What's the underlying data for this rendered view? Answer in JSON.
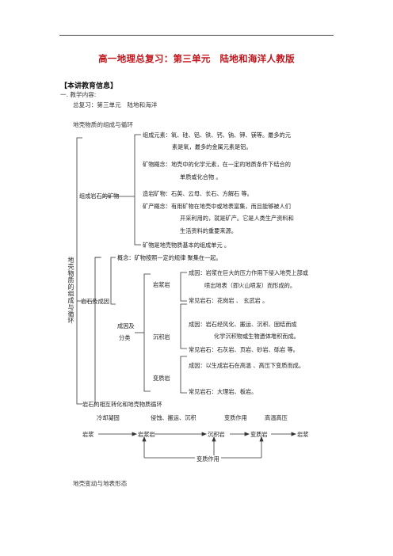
{
  "title": "高一地理总复习：第三单元　陆地和海洋人教版",
  "info_header": "【本讲教育信息】",
  "content_label": "一. 教学内容:",
  "content_text": "总复习：第三单元　陆地和海洋",
  "section1_title": "地壳物质的组成与循环",
  "vertical_label": "地壳物质的组成与循环",
  "minerals": {
    "group_label": "组成岩石的矿物",
    "elements_l1": "组成元素：氧、硅、铝、铁、钙、钠、钾、镁等。最多的元",
    "elements_l2": "素是氧，最多的金属元素是铝。",
    "concept_l1": "矿物概念：地壳中的化学元素，在一定的地质条件下结合的",
    "concept_l2": "单质或化合物 。",
    "rock_minerals": "造岩矿物：石英、云母、长石、方解石 等。",
    "ore_l1": "矿产概念：有用矿物在地壳中或地表富集，而且能够被人们",
    "ore_l2": "开采利用的，就是矿产。它是人类生产资料和",
    "ore_l3": "生活资料的重要来源。",
    "summary": "矿物是地壳物质基本的组成单元 。"
  },
  "rocks": {
    "group_label": "岩石及成因",
    "concept": "概念：矿物按照一定的规律 聚集在一起。",
    "classify_l1": "成因及",
    "classify_l2": "分类",
    "igneous": {
      "name": "岩浆岩",
      "origin_l1": "成因：岩浆在巨大的压力作用下侵入地壳上部或",
      "origin_l2": "喷出地表（即火山喷发）而形成的。",
      "common": "常见岩石：花岗岩 、 玄武岩 。"
    },
    "sedimentary": {
      "name": "沉积岩",
      "origin_l1": "成因：岩石经风化、搬运、沉积、固结而成",
      "origin_l2": "化学沉积物或生物遗体堆积而成。",
      "common": "常见岩石：石灰岩、页岩、砂岩、砾岩 等。"
    },
    "metamorphic": {
      "name": "变质岩",
      "origin": "成因：以生成岩石在高温 、高压下变质而成。",
      "common": "常见岩石：大理岩、板岩。"
    }
  },
  "cycle": {
    "title": "岩石的相互转化和地壳物质循环",
    "process_1": "冷却凝固",
    "process_2": "侵蚀、搬运、沉积",
    "process_3": "变质作用",
    "process_4": "高温高压",
    "node_1": "岩浆",
    "node_2": "岩浆岩",
    "node_3": "沉积岩",
    "node_4": "变质岩",
    "node_5": "岩浆",
    "bottom_label": "变质作用"
  },
  "section2_title": "地壳变动与地表形态"
}
